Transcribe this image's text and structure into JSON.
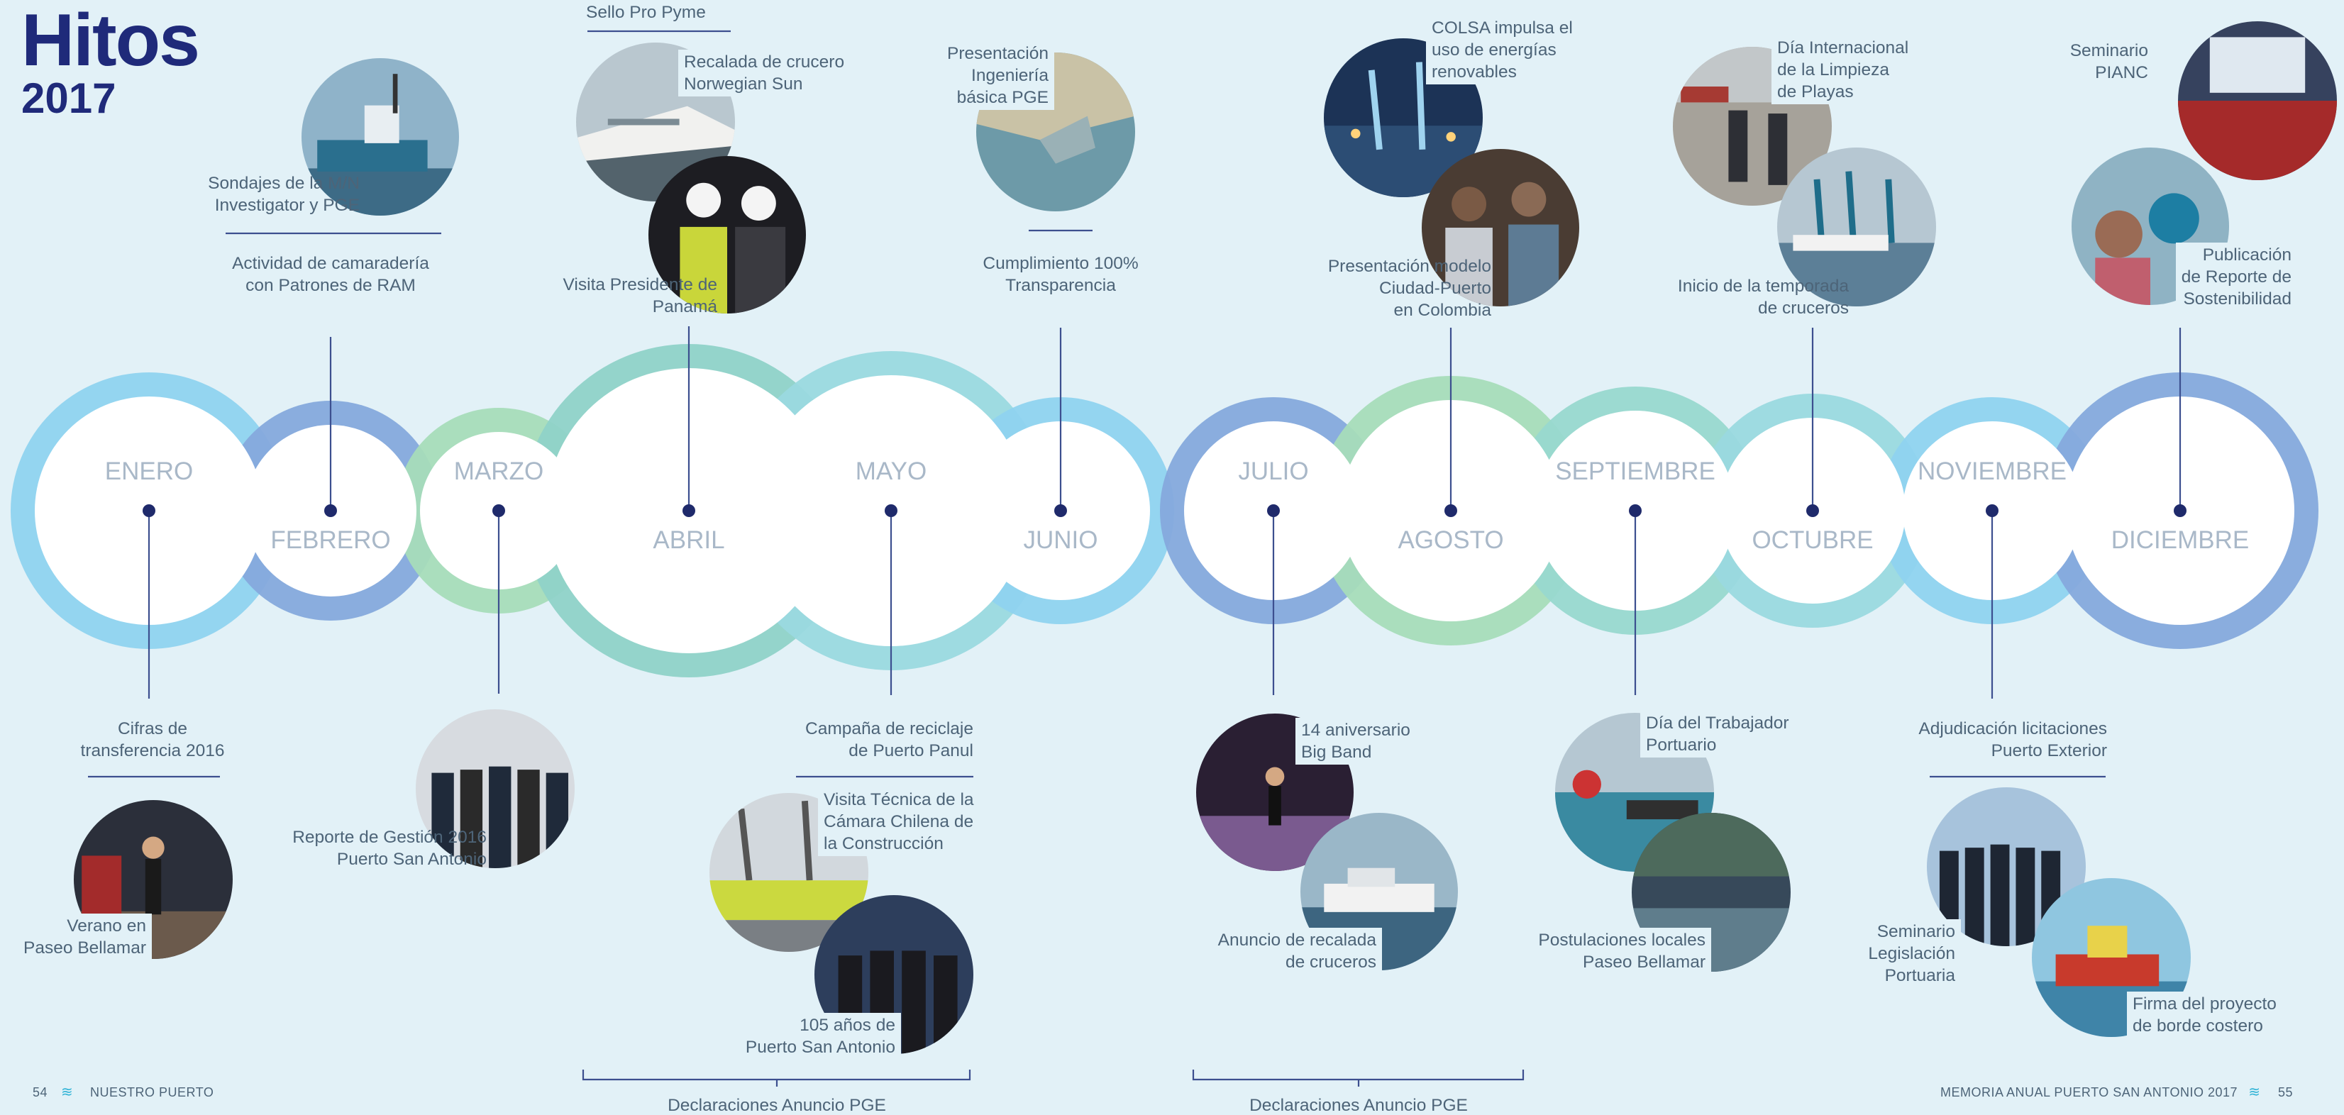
{
  "title": "Hitos",
  "year": "2017",
  "months": [
    {
      "name": "ENERO"
    },
    {
      "name": "FEBRERO"
    },
    {
      "name": "MARZO"
    },
    {
      "name": "ABRIL"
    },
    {
      "name": "MAYO"
    },
    {
      "name": "JUNIO"
    },
    {
      "name": "JULIO"
    },
    {
      "name": "AGOSTO"
    },
    {
      "name": "SEPTIEMBRE"
    },
    {
      "name": "OCTUBRE"
    },
    {
      "name": "NOVIEMBRE"
    },
    {
      "name": "DICIEMBRE"
    }
  ],
  "milestones": {
    "sondajes": "Sondajes de la M/N\nInvestigator y PGE",
    "camaraderia": "Actividad de camaradería\ncon Patrones de RAM",
    "sello": "Sello Pro Pyme",
    "recalada_crucero": "Recalada de crucero\nNorwegian Sun",
    "visita_presidente": "Visita Presidente de\nPanamá",
    "ingenieria": "Presentación\nIngeniería\nbásica PGE",
    "transparencia": "Cumplimiento 100%\nTransparencia",
    "colsa": "COLSA impulsa el\nuso de energías\nrenovables",
    "modelo": "Presentación modelo\nCiudad-Puerto\nen Colombia",
    "limpieza": "Día Internacional\nde la Limpieza\nde Playas",
    "temporada": "Inicio de la temporada\nde cruceros",
    "pianc": "Seminario\nPIANC",
    "sostenibilidad": "Publicación\nde Reporte de\nSostenibilidad",
    "cifras": "Cifras de\ntransferencia 2016",
    "verano": "Verano en\nPaseo Bellamar",
    "reporte_gestion": "Reporte de Gestión 2016\nPuerto San Antonio",
    "reciclaje": "Campaña de reciclaje\nde Puerto Panul",
    "visita_tecnica": "Visita Técnica de la\nCámara Chilena de\nla Construcción",
    "aniversario": "105 años de\nPuerto San Antonio",
    "big_band": "14 aniversario\nBig Band",
    "anuncio_cruceros": "Anuncio de recalada\nde cruceros",
    "trabajador": "Día del Trabajador\nPortuario",
    "postulaciones": "Postulaciones locales\nPaseo Bellamar",
    "adjudicacion": "Adjudicación licitaciones\nPuerto Exterior",
    "legislacion": "Seminario\nLegislación\nPortuaria",
    "borde_costero": "Firma del proyecto\nde borde costero",
    "declaraciones_1": "Declaraciones Anuncio PGE",
    "declaraciones_2": "Declaraciones Anuncio PGE"
  },
  "footer": {
    "left_page": "54",
    "left_section": "NUESTRO PUERTO",
    "right_title": "MEMORIA ANUAL PUERTO SAN ANTONIO 2017",
    "right_page": "55"
  },
  "colors": {
    "background": "#e2f1f7",
    "title": "#1f2a7a",
    "month_text": "#a9b8c8",
    "dot": "#1f2a6b",
    "line": "#3c4f8f",
    "rings": [
      "#8fd3ef",
      "#85a9dc",
      "#a6dcb9",
      "#8fd2c8",
      "#9ad9df",
      "#8fd3ef",
      "#85a9dc",
      "#a6dcb9",
      "#98d8cf",
      "#9ad9df",
      "#8fd3ef",
      "#85a9dc"
    ]
  }
}
